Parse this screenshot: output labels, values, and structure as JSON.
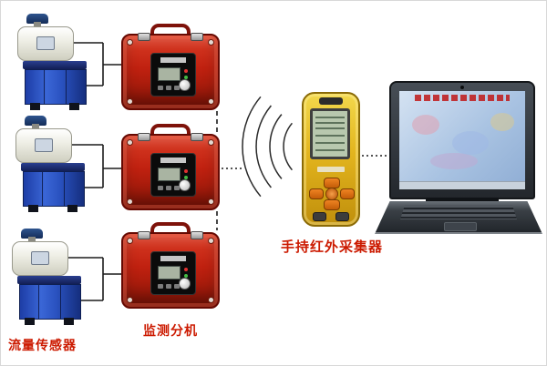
{
  "diagram": {
    "labels": {
      "flow_sensor": "流量传感器",
      "monitor_unit": "监测分机",
      "handheld": "手持红外采集器"
    },
    "colors": {
      "label_text": "#cc1a00",
      "case_red": "#c02110",
      "tank_blue": "#2a52c0",
      "transmitter_cap_blue": "#142c58",
      "handheld_yellow": "#e3b51e",
      "handheld_lcd_green": "#b8c8ae",
      "laptop_screen_blue": "#a9c3e2"
    },
    "components": {
      "flow_sensor_groups": 3,
      "monitor_units": 3,
      "handheld_collectors": 1,
      "computers": 1
    }
  }
}
